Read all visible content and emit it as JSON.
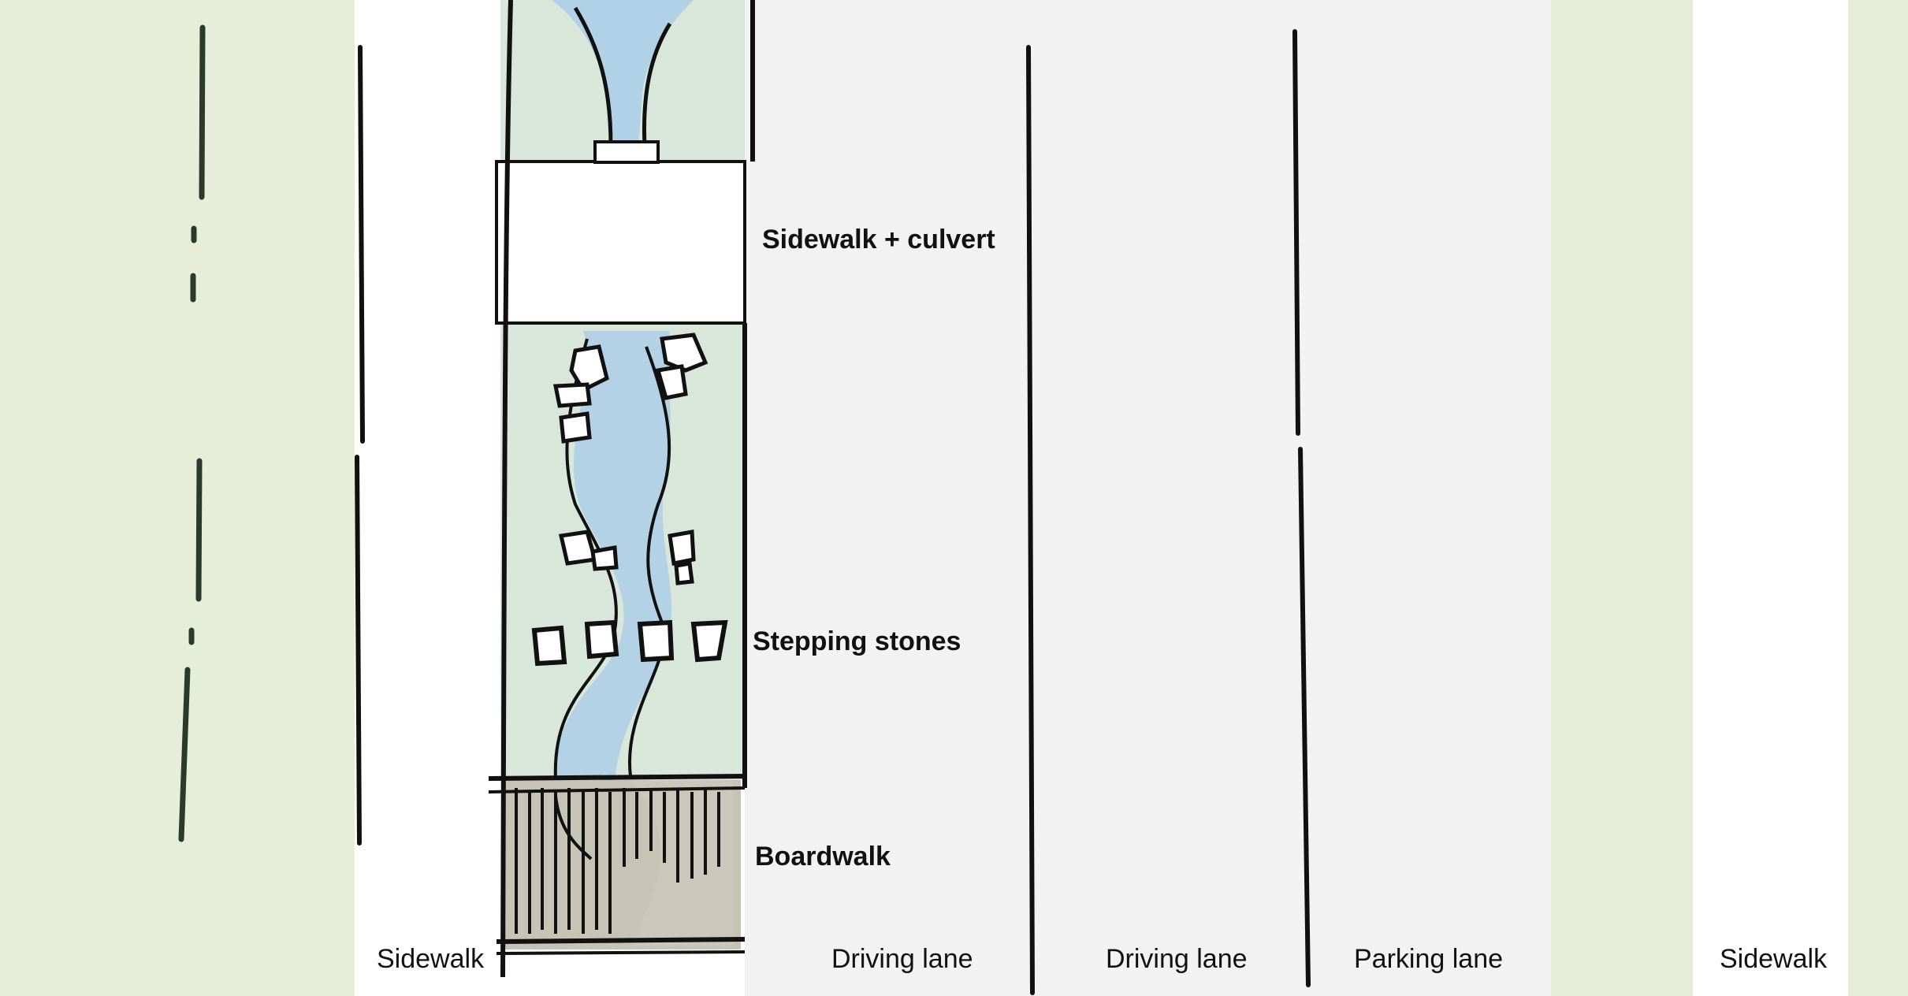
{
  "callouts": {
    "culvert": "Sidewalk + culvert",
    "stones": "Stepping stones",
    "boardwalk": "Boardwalk"
  },
  "zones": {
    "sidewalk_left": "Sidewalk",
    "driving_lane_1": "Driving lane",
    "driving_lane_2": "Driving lane",
    "parking_lane": "Parking lane",
    "sidewalk_right": "Sidewalk"
  },
  "colors": {
    "planting": "#e6eed9",
    "sidewalk": "#ffffff",
    "roadway": "#f2f2f2",
    "bioswale": "#d9e7da",
    "water": "#a9cde8",
    "boardwalk": "#c6c4b4",
    "ink": "#111111"
  }
}
